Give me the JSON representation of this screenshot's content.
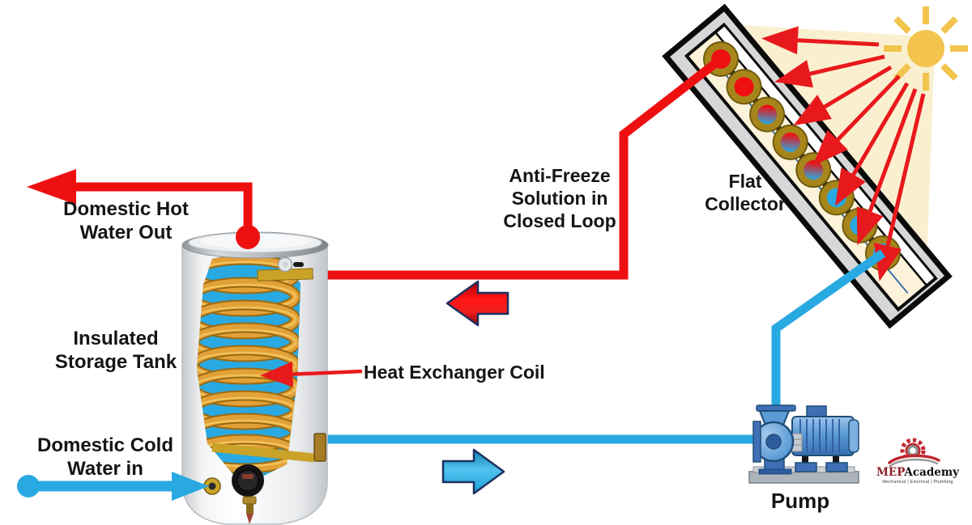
{
  "diagram": {
    "labels": {
      "domestic_hot_water_out": "Domestic Hot\nWater Out",
      "insulated_storage_tank": "Insulated\nStorage Tank",
      "heat_exchanger_coil": "Heat Exchanger Coil",
      "domestic_cold_water_in": "Domestic Cold\nWater in",
      "anti_freeze": "Anti-Freeze\nSolution in\nClosed Loop",
      "flat_collector": "Flat\nCollector",
      "pump": "Pump"
    },
    "logo": {
      "brand_mep": "MEP",
      "brand_academy": "Academy",
      "tagline": "Mechanical | Electrical | Plumbing"
    },
    "colors": {
      "hot_pipe_red": "#EE1011",
      "cold_pipe_blue": "#29A9E1",
      "coil_gold": "#E2A137",
      "tube_ring_gold": "#A6861B",
      "sun_yellow": "#F2C44D",
      "beam_cream": "#FAF0D0",
      "arrow_border_navy": "#1F3060",
      "logo_red": "#C1272D"
    },
    "icons": [
      "sun-icon",
      "flat-collector",
      "storage-tank",
      "heat-exchanger-coil",
      "pump",
      "mep-academy-logo"
    ]
  }
}
